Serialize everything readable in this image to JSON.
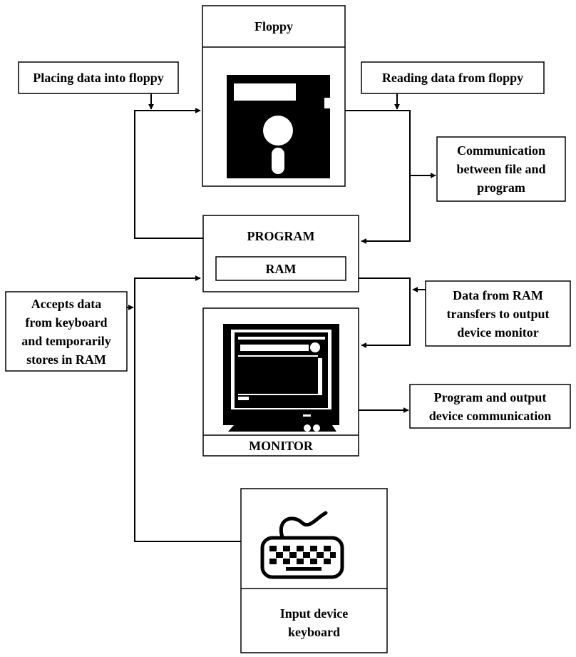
{
  "floppy": {
    "title": "Floppy",
    "icon": "floppy-disk-icon"
  },
  "program": {
    "title": "PROGRAM",
    "ram_label": "RAM"
  },
  "monitor": {
    "title": "MONITOR",
    "icon": "crt-monitor-icon"
  },
  "keyboard": {
    "title": "Input device\nkeyboard",
    "icon": "keyboard-icon"
  },
  "annotations": {
    "placing": "Placing data into floppy",
    "reading": "Reading data from floppy",
    "communication": "Communication\nbetween file and\nprogram",
    "accepts": "Accepts data\nfrom keyboard\nand temporarily\nstores in RAM",
    "data_ram": "Data from RAM\ntransfers to output\ndevice monitor",
    "program_output": "Program and output\ndevice communication"
  }
}
